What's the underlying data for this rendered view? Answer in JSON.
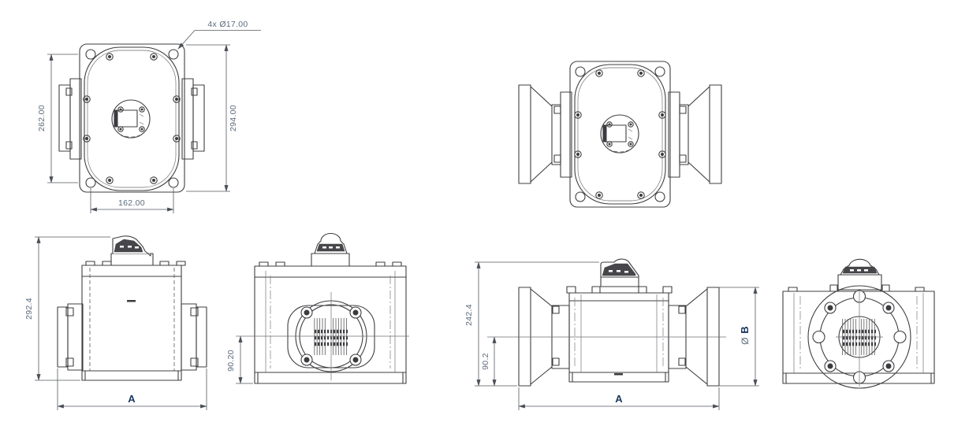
{
  "drawing": {
    "kind": "mechanical engineering multi-view drawing of flanged valve / flow meter",
    "views": {
      "top_plan": {
        "hole_callout": "4x Ø17.00",
        "dim_height_left": "262.00",
        "dim_height_right": "294.00",
        "dim_width_bottom": "162.00"
      },
      "front": {
        "dim_height": "292.4",
        "dim_width": "A"
      },
      "side_port": {
        "dim_port_height": "90.20"
      },
      "front_flanged": {
        "dim_height": "242.4",
        "dim_port_height": "90.2",
        "dim_width": "A",
        "dim_flange_dia_symbol": "Ø",
        "dim_flange_dia_letter": "B"
      }
    },
    "colors": {
      "line": "#3f3f42",
      "dim_line": "#55595f",
      "dim_text": "#5c6b7c",
      "ref_text": "#17365d"
    }
  }
}
